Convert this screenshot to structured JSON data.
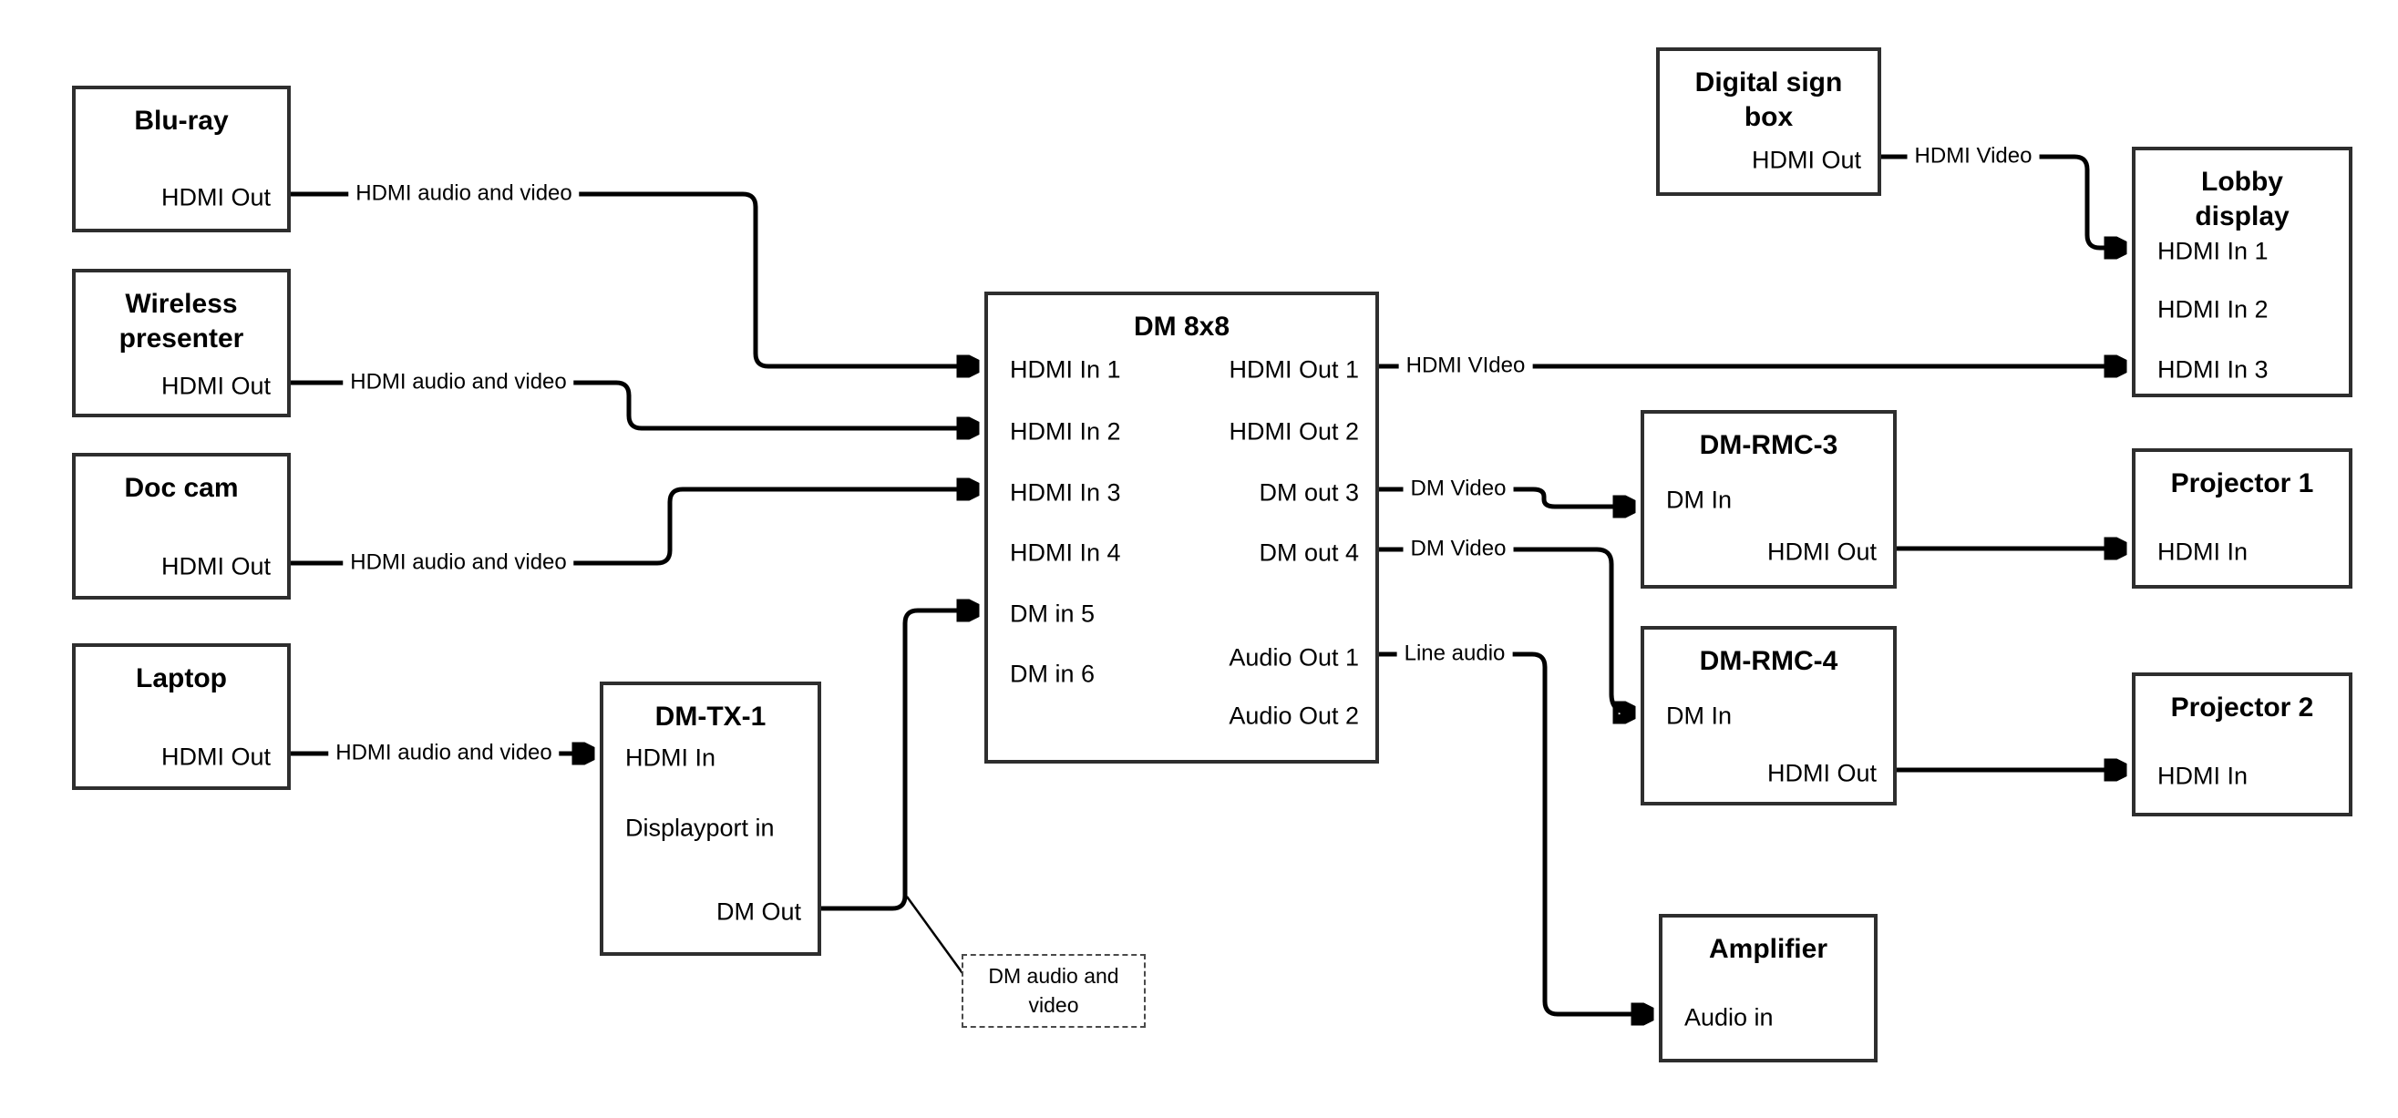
{
  "boxes": {
    "bluray": {
      "title": "Blu-ray",
      "ports": {
        "out": "HDMI Out"
      }
    },
    "wireless": {
      "title": "Wireless\npresenter",
      "ports": {
        "out": "HDMI Out"
      }
    },
    "doccam": {
      "title": "Doc cam",
      "ports": {
        "out": "HDMI Out"
      }
    },
    "laptop": {
      "title": "Laptop",
      "ports": {
        "out": "HDMI Out"
      }
    },
    "dmtx1": {
      "title": "DM-TX-1",
      "ports": {
        "hdmi_in": "HDMI In",
        "dp_in": "Displayport in",
        "dm_out": "DM Out"
      }
    },
    "dm8x8": {
      "title": "DM 8x8",
      "left_ports": [
        "HDMI In 1",
        "HDMI In 2",
        "HDMI In 3",
        "HDMI In 4",
        "DM in 5",
        "DM in 6"
      ],
      "right_ports": [
        "HDMI Out 1",
        "HDMI Out 2",
        "DM out 3",
        "DM out 4",
        "Audio Out 1",
        "Audio Out 2"
      ]
    },
    "digital_sign": {
      "title": "Digital sign\nbox",
      "ports": {
        "out": "HDMI Out"
      }
    },
    "lobby": {
      "title": "Lobby\ndisplay",
      "ports": [
        "HDMI In 1",
        "HDMI In 2",
        "HDMI In 3"
      ]
    },
    "dmrmc3": {
      "title": "DM-RMC-3",
      "ports": {
        "dm_in": "DM In",
        "hdmi_out": "HDMI Out"
      }
    },
    "proj1": {
      "title": "Projector 1",
      "ports": {
        "in": "HDMI In"
      }
    },
    "dmrmc4": {
      "title": "DM-RMC-4",
      "ports": {
        "dm_in": "DM In",
        "hdmi_out": "HDMI Out"
      }
    },
    "proj2": {
      "title": "Projector 2",
      "ports": {
        "in": "HDMI In"
      }
    },
    "amplifier": {
      "title": "Amplifier",
      "ports": {
        "in": "Audio in"
      }
    }
  },
  "wire_labels": {
    "bluray_to_in1": "HDMI audio and video",
    "wireless_to_in2": "HDMI audio and video",
    "doccam_to_in3": "HDMI audio and video",
    "laptop_to_dmtx1": "HDMI audio and video",
    "hdmiout1_to_lobby": "HDMI VIdeo",
    "digisign_to_lobby": "HDMI Video",
    "dmout3_to_rmc3": "DM Video",
    "dmout4_to_rmc4": "DM Video",
    "audioout1_to_amp": "Line audio"
  },
  "callout": {
    "text": "DM audio and\nvideo"
  },
  "colors": {
    "wire": "#000000",
    "border": "#2e2e2e",
    "background": "#ffffff",
    "text": "#000000"
  }
}
